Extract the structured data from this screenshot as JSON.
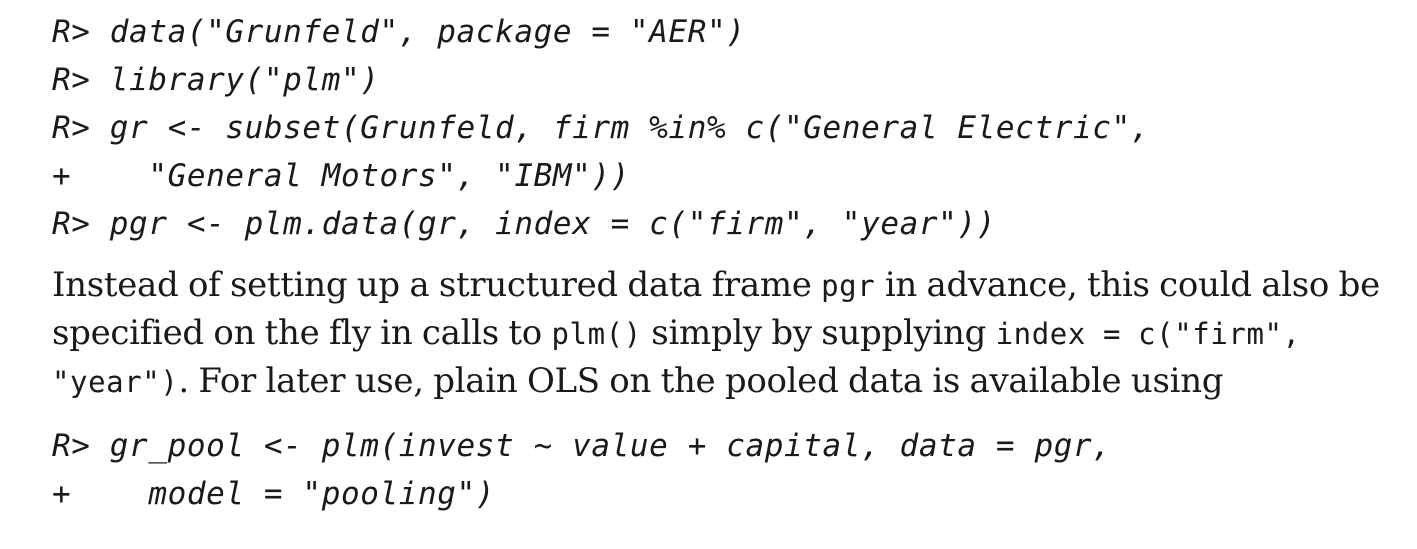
{
  "code_block_1": [
    "R> data(\"Grunfeld\", package = \"AER\")",
    "R> library(\"plm\")",
    "R> gr <- subset(Grunfeld, firm %in% c(\"General Electric\",",
    "+    \"General Motors\", \"IBM\"))",
    "R> pgr <- plm.data(gr, index = c(\"firm\", \"year\"))"
  ],
  "paragraph": {
    "l1_a": "Instead of setting up a structured data frame ",
    "l1_code": "pgr",
    "l1_b": " in advance, this could also be",
    "l2_a": "specified on the fly in calls to ",
    "l2_code1": "plm()",
    "l2_b": " simply by supplying ",
    "l2_code2": "index = c(\"firm\",",
    "l3_code": "\"year\")",
    "l3_b": ". For later use, plain OLS on the pooled data is available using"
  },
  "code_block_2": [
    "R> gr_pool <- plm(invest ~ value + capital, data = pgr,",
    "+    model = \"pooling\")"
  ]
}
